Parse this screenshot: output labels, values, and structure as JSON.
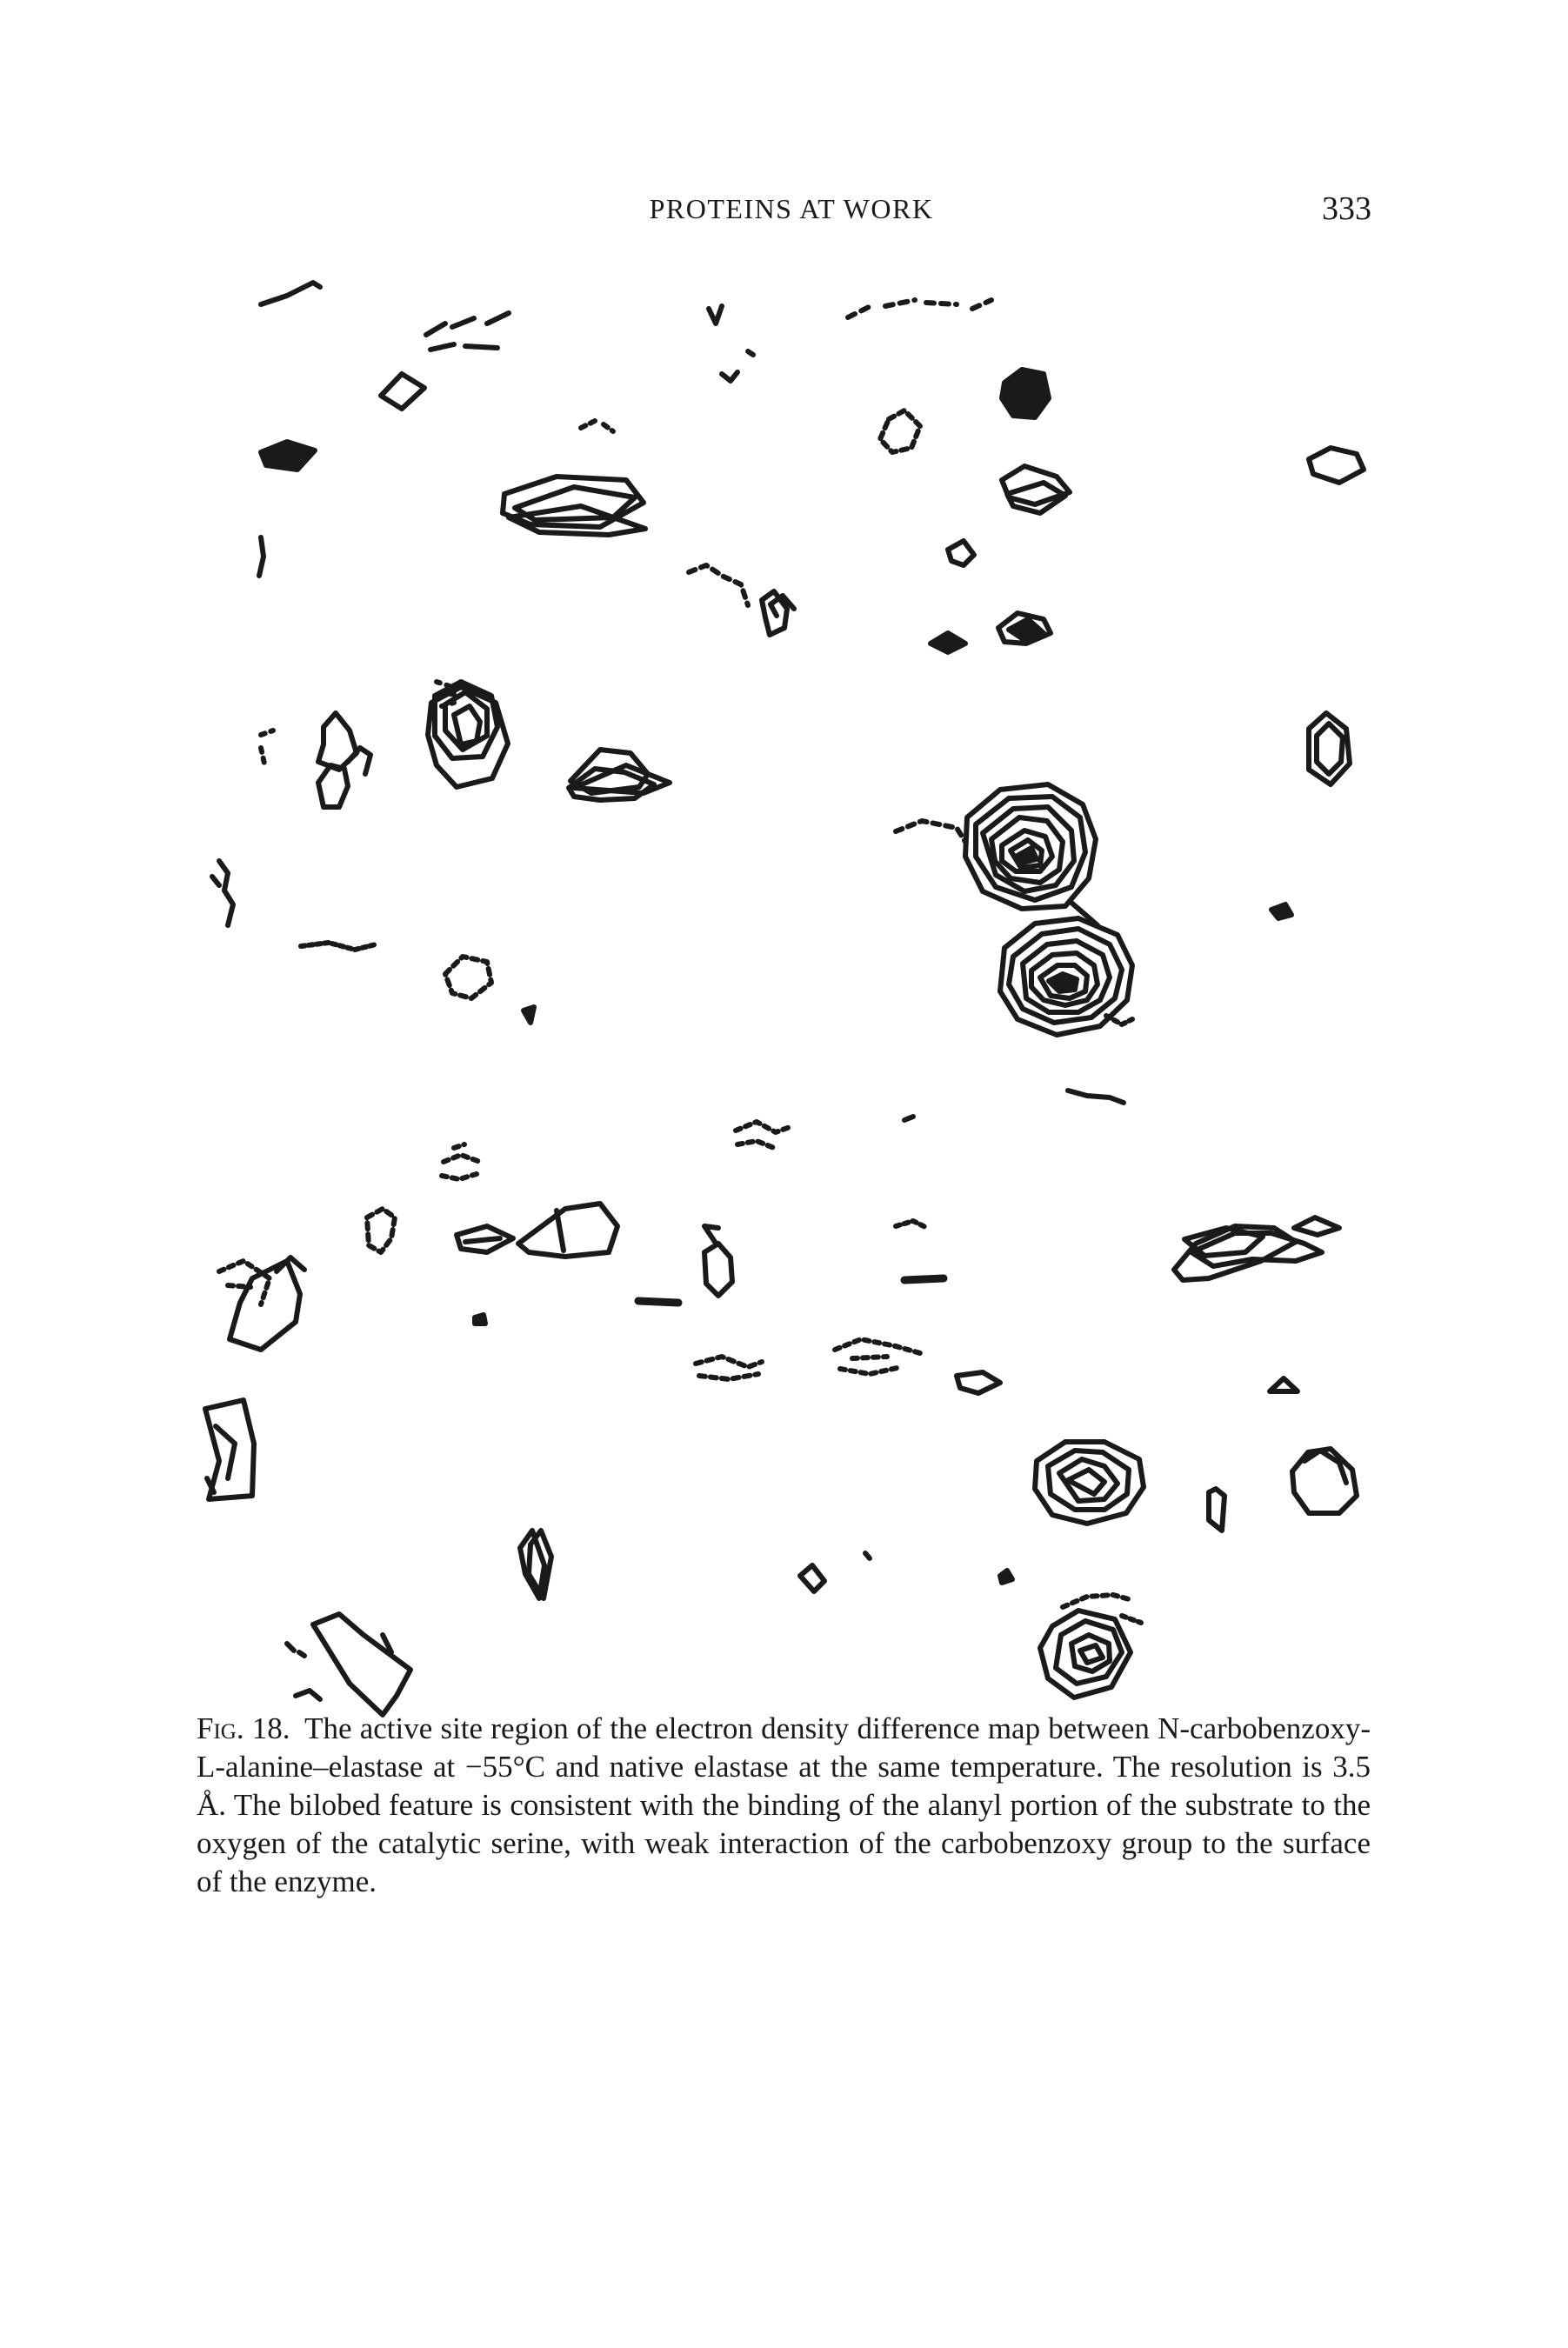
{
  "header": {
    "running_title": "PROTEINS AT WORK",
    "page_number": "333"
  },
  "figure": {
    "label": "Fig. 18.",
    "caption": "The active site region of the electron density difference map between N-carbobenzoxy-L-alanine–elastase at −55°C and native elastase at the same temperature. The resolution is 3.5 Å. The bilobed feature is consistent with the binding of the alanyl portion of the substrate to the oxygen of the catalytic serine, with weak interaction of the carbobenzoxy group to the surface of the enzyme."
  }
}
